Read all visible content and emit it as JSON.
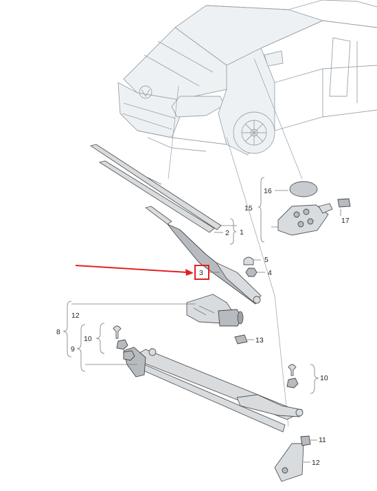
{
  "diagram": {
    "callouts": {
      "c1": "1",
      "c2": "2",
      "c3": "3",
      "c4": "4",
      "c5": "5",
      "c8": "8",
      "c9": "9",
      "c10a": "10",
      "c10b": "10",
      "c11": "11",
      "c12a": "12",
      "c12b": "12",
      "c13": "13",
      "c15": "15",
      "c16": "16",
      "c17": "17"
    },
    "highlight_color": "#e02020",
    "line_color": "#777777"
  }
}
